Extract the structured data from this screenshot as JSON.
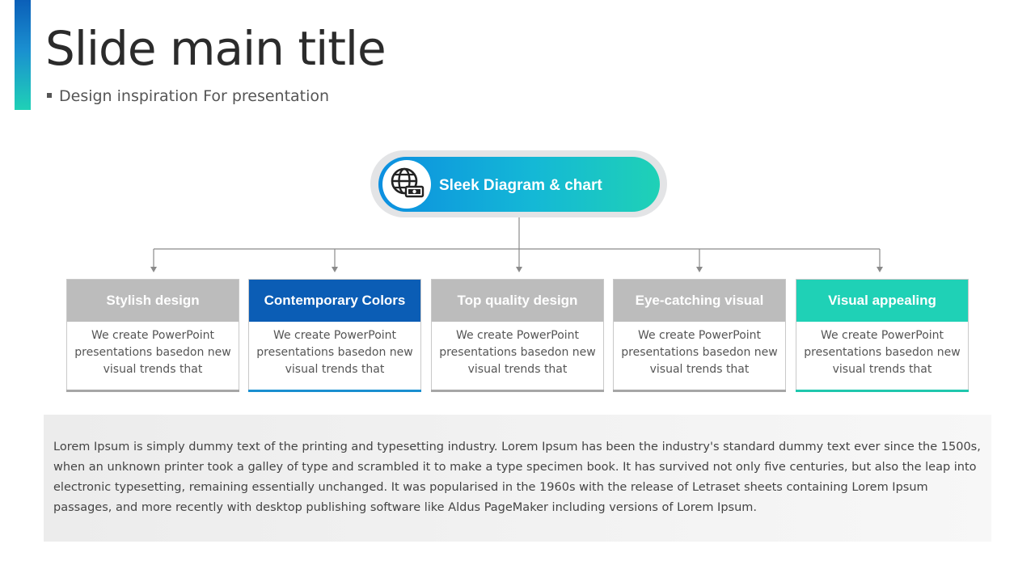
{
  "slide": {
    "title": "Slide main title",
    "subtitle": "Design inspiration For presentation"
  },
  "hub": {
    "label": "Sleek Diagram & chart",
    "icon": "globe-money-icon"
  },
  "cards": [
    {
      "title": "Stylish design",
      "body": "We create PowerPoint presentations basedon new visual trends that",
      "color": "#bcbcbc",
      "accent": "#a6a6a6"
    },
    {
      "title": "Contemporary Colors",
      "body": "We create PowerPoint presentations basedon new visual trends that",
      "color": "#0b5db5",
      "accent": "#1a8fd0"
    },
    {
      "title": "Top quality design",
      "body": "We create PowerPoint presentations basedon new visual trends that",
      "color": "#bcbcbc",
      "accent": "#a6a6a6"
    },
    {
      "title": "Eye-catching visual",
      "body": "We create PowerPoint presentations basedon new visual trends that",
      "color": "#bcbcbc",
      "accent": "#a6a6a6"
    },
    {
      "title": "Visual appealing",
      "body": "We create PowerPoint presentations basedon new visual trends that",
      "color": "#1fd1b6",
      "accent": "#1fc7ad"
    }
  ],
  "paragraph": "Lorem Ipsum is simply dummy text of the printing and typesetting industry. Lorem Ipsum has been the industry's standard dummy text ever since the 1500s, when an unknown printer took a galley of type and scrambled it to make a type specimen book. It has survived not only five centuries, but also the leap into electronic typesetting, remaining essentially unchanged. It was popularised in the 1960s with the release of Letraset sheets containing Lorem Ipsum passages, and more recently with desktop publishing software like Aldus PageMaker including versions of Lorem Ipsum."
}
